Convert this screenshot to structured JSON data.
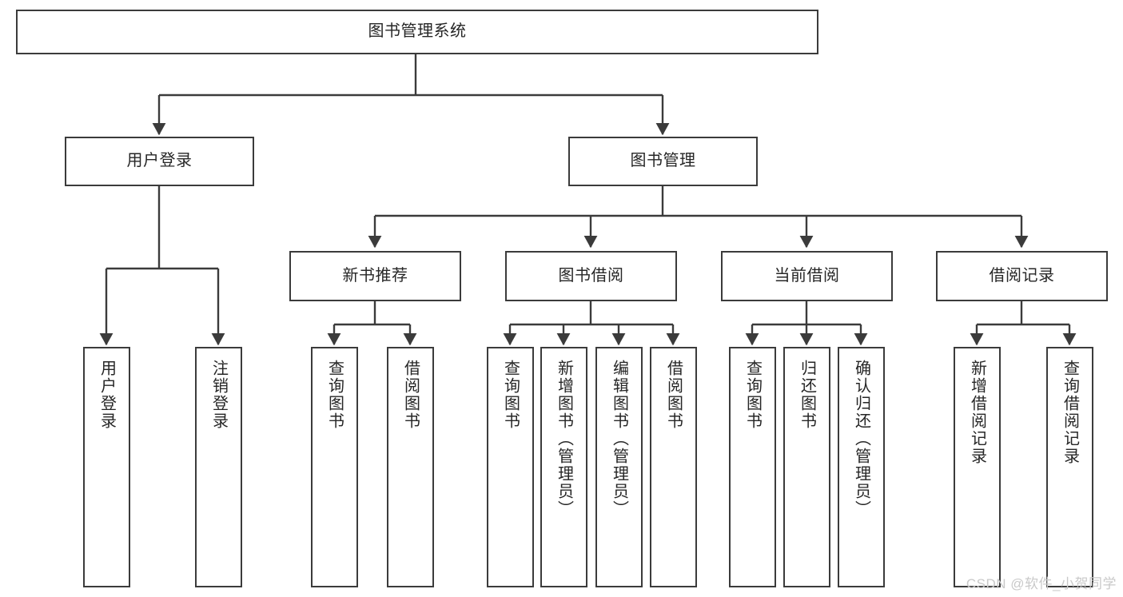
{
  "diagram": {
    "title": "图书管理系统",
    "type": "tree",
    "orientation": "top-down",
    "colors": {
      "node_border": "#3b3b3b",
      "node_fill": "#ffffff",
      "connector": "#3b3b3b",
      "text": "#262626",
      "background": "#ffffff",
      "watermark": "#c9c9c9"
    }
  },
  "root": {
    "label": "图书管理系统"
  },
  "level2": [
    {
      "label": "用户登录"
    },
    {
      "label": "图书管理"
    }
  ],
  "level3": [
    {
      "label": "新书推荐"
    },
    {
      "label": "图书借阅"
    },
    {
      "label": "当前借阅"
    },
    {
      "label": "借阅记录"
    }
  ],
  "leaves": {
    "user_login": [
      {
        "label": "用户登录"
      },
      {
        "label": "注销登录"
      }
    ],
    "new_book_recommend": [
      {
        "label": "查询图书"
      },
      {
        "label": "借阅图书"
      }
    ],
    "book_borrow": [
      {
        "label": "查询图书"
      },
      {
        "label": "新增图书（管理员）"
      },
      {
        "label": "编辑图书（管理员）"
      },
      {
        "label": "借阅图书"
      }
    ],
    "current_borrow": [
      {
        "label": "查询图书"
      },
      {
        "label": "归还图书"
      },
      {
        "label": "确认归还（管理员）"
      }
    ],
    "borrow_record": [
      {
        "label": "新增借阅记录"
      },
      {
        "label": "查询借阅记录"
      }
    ]
  },
  "watermark": {
    "text": "CSDN @软件_小贺同学"
  }
}
